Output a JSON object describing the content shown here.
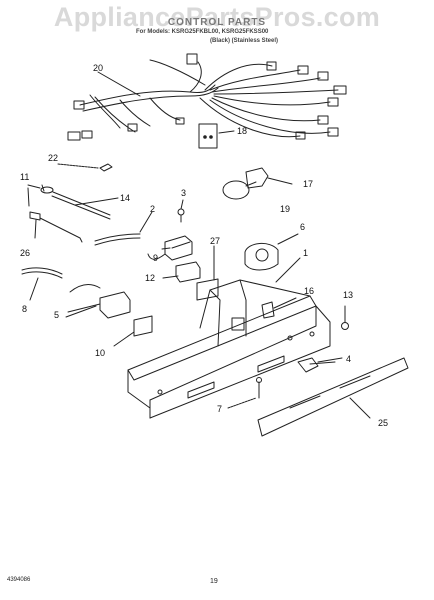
{
  "header": {
    "watermark": "AppliancePartsPros.com",
    "title": "CONTROL PARTS",
    "subtitle_line1": "For Models: KSRG25FKBL00, KSRG25FKSS00",
    "subtitle_line2": "(Black)  (Stainless Steel)"
  },
  "footer": {
    "doc_number": "4394086",
    "page_number": "19"
  },
  "callouts": [
    "20",
    "18",
    "22",
    "11",
    "14",
    "3",
    "17",
    "2",
    "19",
    "26",
    "27",
    "6",
    "9",
    "1",
    "12",
    "8",
    "16",
    "13",
    "5",
    "10",
    "4",
    "7",
    "25"
  ]
}
